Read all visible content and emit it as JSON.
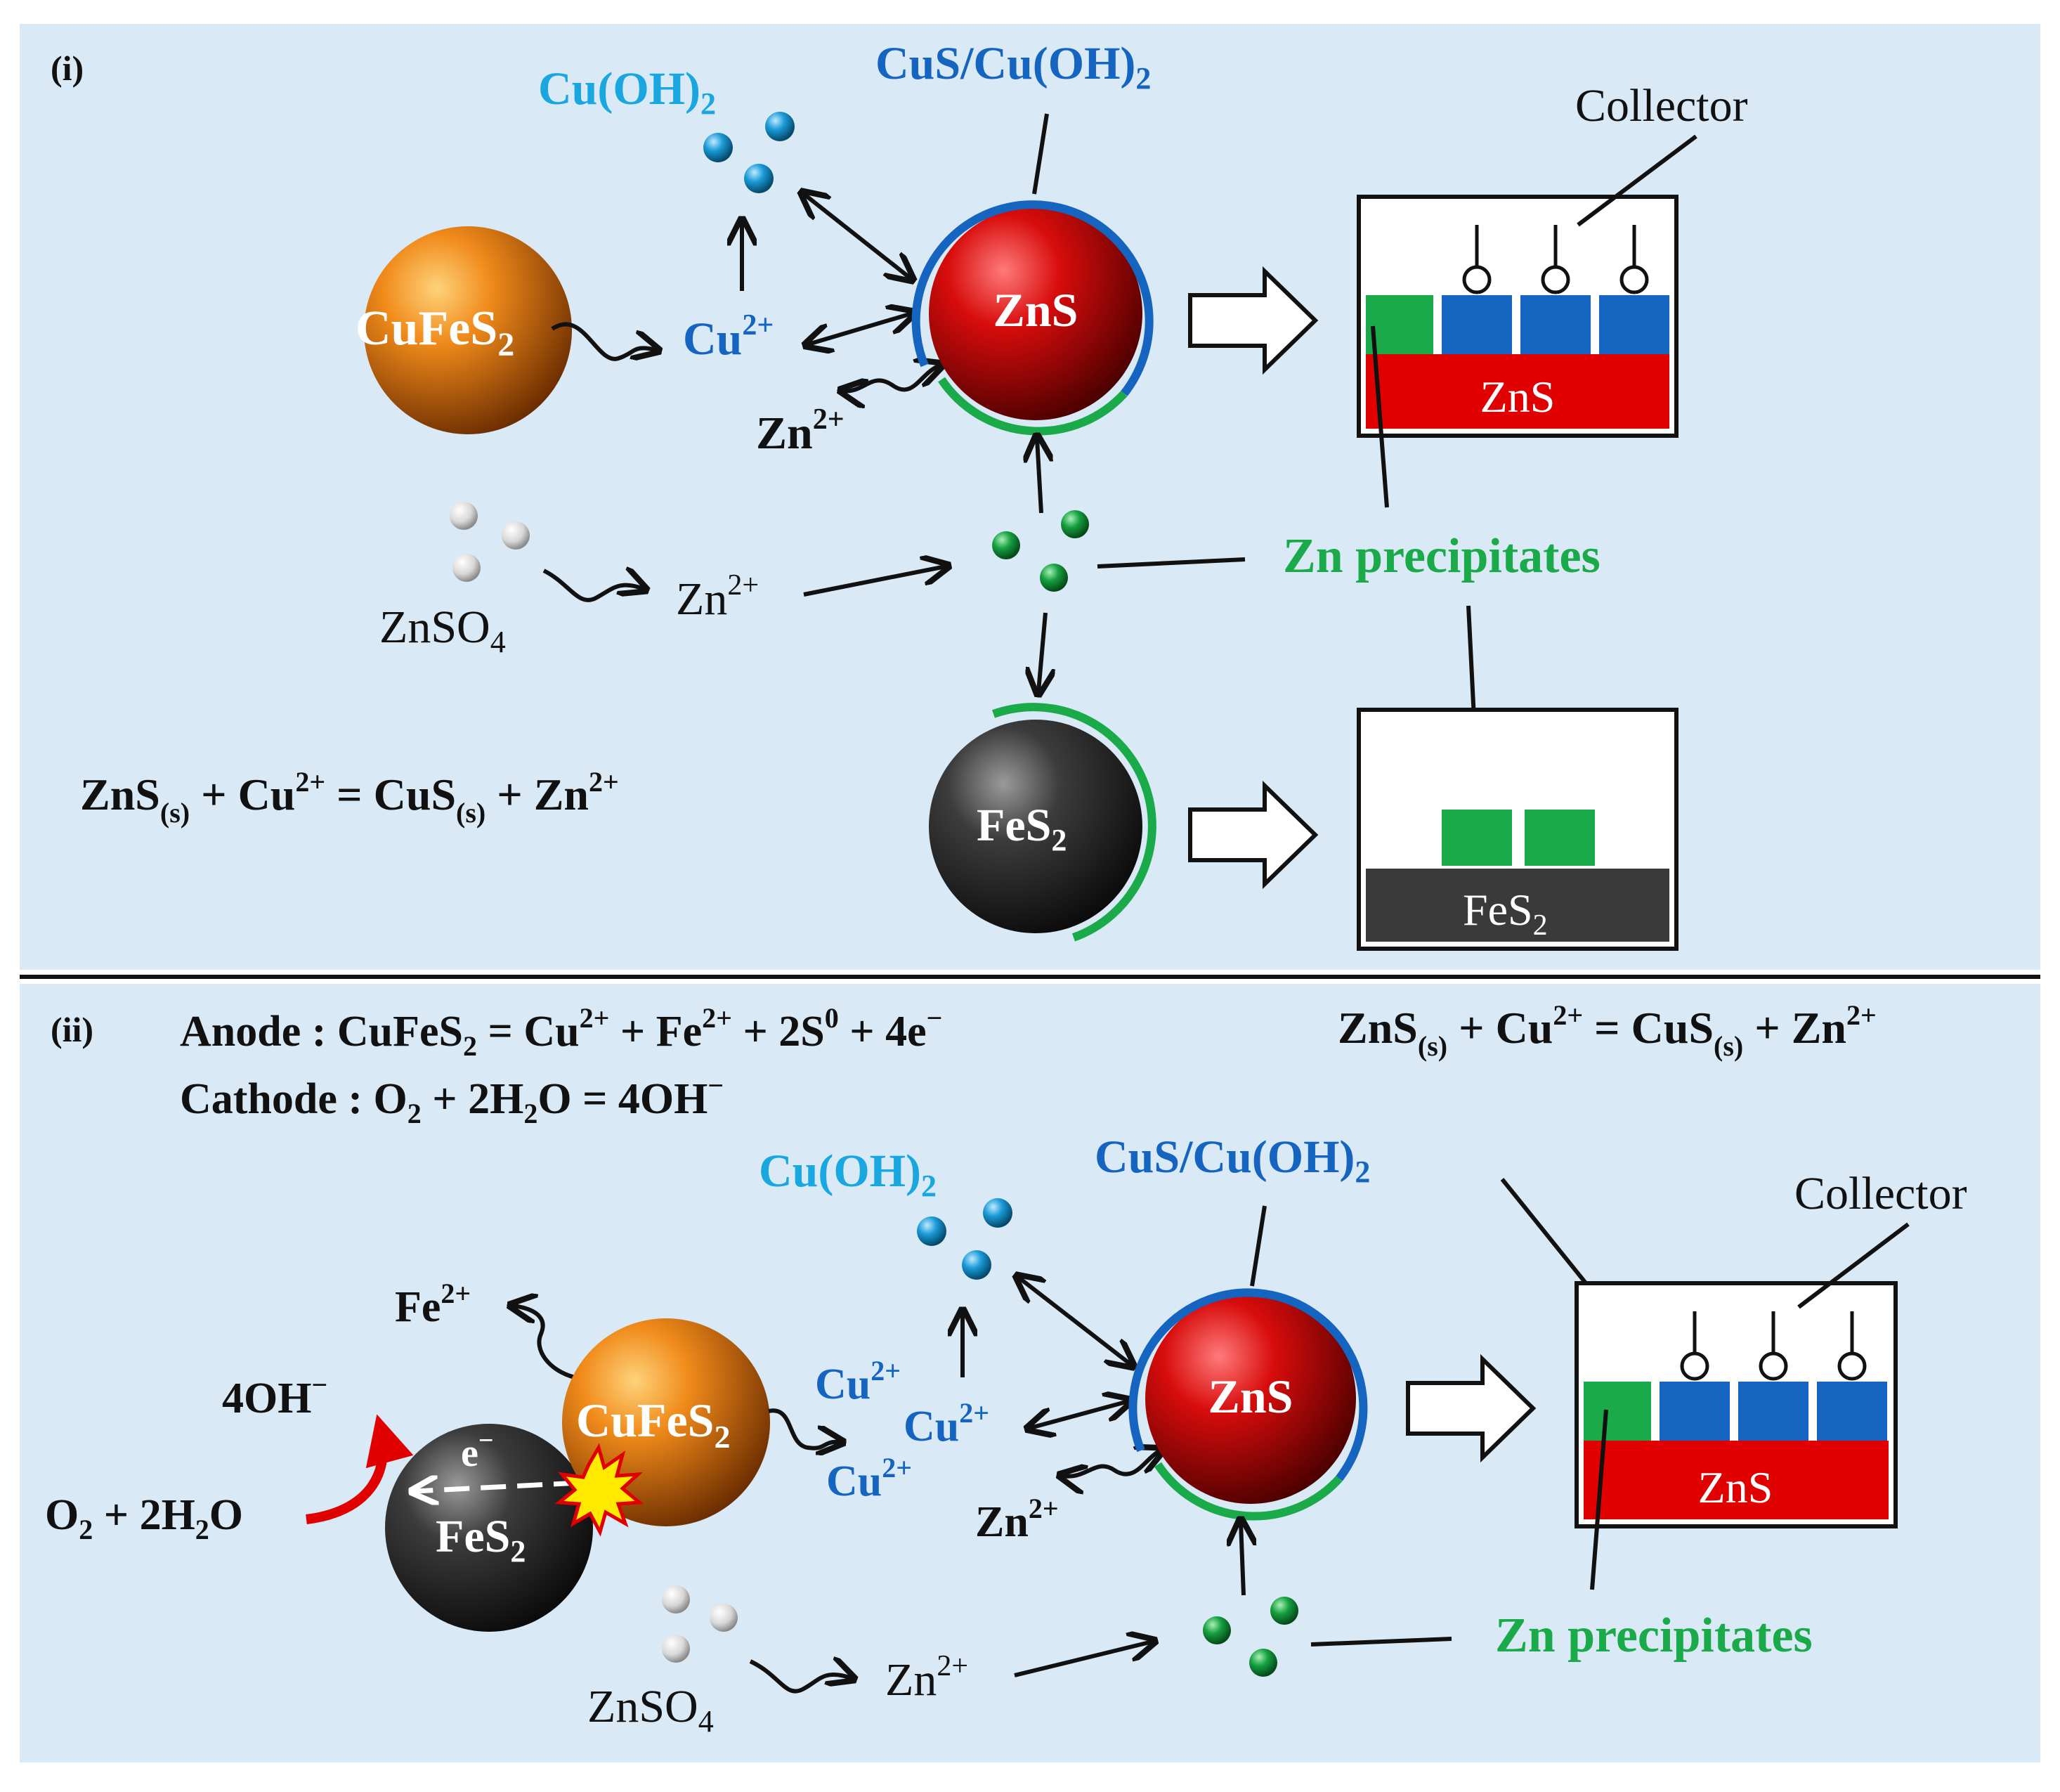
{
  "panel_i": {
    "label": "(i)",
    "cuoh2_label": "Cu(OH)",
    "cuoh2_sub": "2",
    "cus_cuoh2_label": "CuS/Cu(OH)",
    "cus_cuoh2_sub": "2",
    "cufes2_label": "CuFeS",
    "cufes2_sub": "2",
    "cu_ion": "Cu",
    "cu_ion_sup": "2+",
    "zn_ion": "Zn",
    "zn_ion_sup": "2+",
    "zns_label": "ZnS",
    "znso4_label": "ZnSO",
    "znso4_sub": "4",
    "zn_ion2": "Zn",
    "zn_ion2_sup": "2+",
    "zn_precipitates": "Zn precipitates",
    "fes2_label": "FeS",
    "fes2_sub": "2",
    "collector_label": "Collector",
    "box1_label": "ZnS",
    "box2_label": "FeS",
    "box2_sub": "2",
    "equation": {
      "a": "ZnS",
      "a_sub": "(s)",
      "plus1": " + Cu",
      "plus1_sup": "2+",
      "eq": " = CuS",
      "eq_sub": "(s)",
      "plus2": " + Zn",
      "plus2_sup": "2+"
    }
  },
  "panel_ii": {
    "label": "(ii)",
    "anode_prefix": "Anode : CuFeS",
    "anode_sub": "2",
    "anode_mid1": " = Cu",
    "anode_sup1": "2+",
    "anode_mid2": " + Fe",
    "anode_sup2": "2+",
    "anode_mid3": " + 2S",
    "anode_sup3": "0",
    "anode_end": " + 4e",
    "anode_sup4": "−",
    "cathode_prefix": "Cathode : O",
    "cathode_sub1": "2",
    "cathode_mid": " + 2H",
    "cathode_sub2": "2",
    "cathode_end": "O = 4OH",
    "cathode_sup": "−",
    "equation": {
      "a": "ZnS",
      "a_sub": "(s)",
      "plus1": " + Cu",
      "plus1_sup": "2+",
      "eq": " = CuS",
      "eq_sub": "(s)",
      "plus2": " + Zn",
      "plus2_sup": "2+"
    },
    "cuoh2_label": "Cu(OH)",
    "cuoh2_sub": "2",
    "cus_cuoh2_label": "CuS/Cu(OH)",
    "cus_cuoh2_sub": "2",
    "collector_label": "Collector",
    "fe_ion": "Fe",
    "fe_ion_sup": "2+",
    "oh_label": "4OH",
    "oh_sup": "−",
    "o2_label": "O",
    "o2_sub": "2",
    "o2_mid": " + 2H",
    "o2_sub2": "2",
    "o2_end": "O",
    "electron": "e",
    "electron_sup": "−",
    "fes2_label": "FeS",
    "fes2_sub": "2",
    "cufes2_label": "CuFeS",
    "cufes2_sub": "2",
    "cu_ion_a": "Cu",
    "cu_ion_a_sup": "2+",
    "cu_ion_b": "Cu",
    "cu_ion_b_sup": "2+",
    "cu_ion_c": "Cu",
    "cu_ion_c_sup": "2+",
    "zn_ion": "Zn",
    "zn_ion_sup": "2+",
    "zns_label": "ZnS",
    "znso4_label": "ZnSO",
    "znso4_sub": "4",
    "zn_ion2": "Zn",
    "zn_ion2_sup": "2+",
    "zn_precipitates": "Zn precipitates",
    "box_label": "ZnS"
  },
  "colors": {
    "background": "#d9e9f6",
    "cu_oh_cyan": "#1aa7e0",
    "blue": "#1565c0",
    "green": "#1aaa4a",
    "red": "#e00000",
    "dark": "#3a3a3a"
  }
}
